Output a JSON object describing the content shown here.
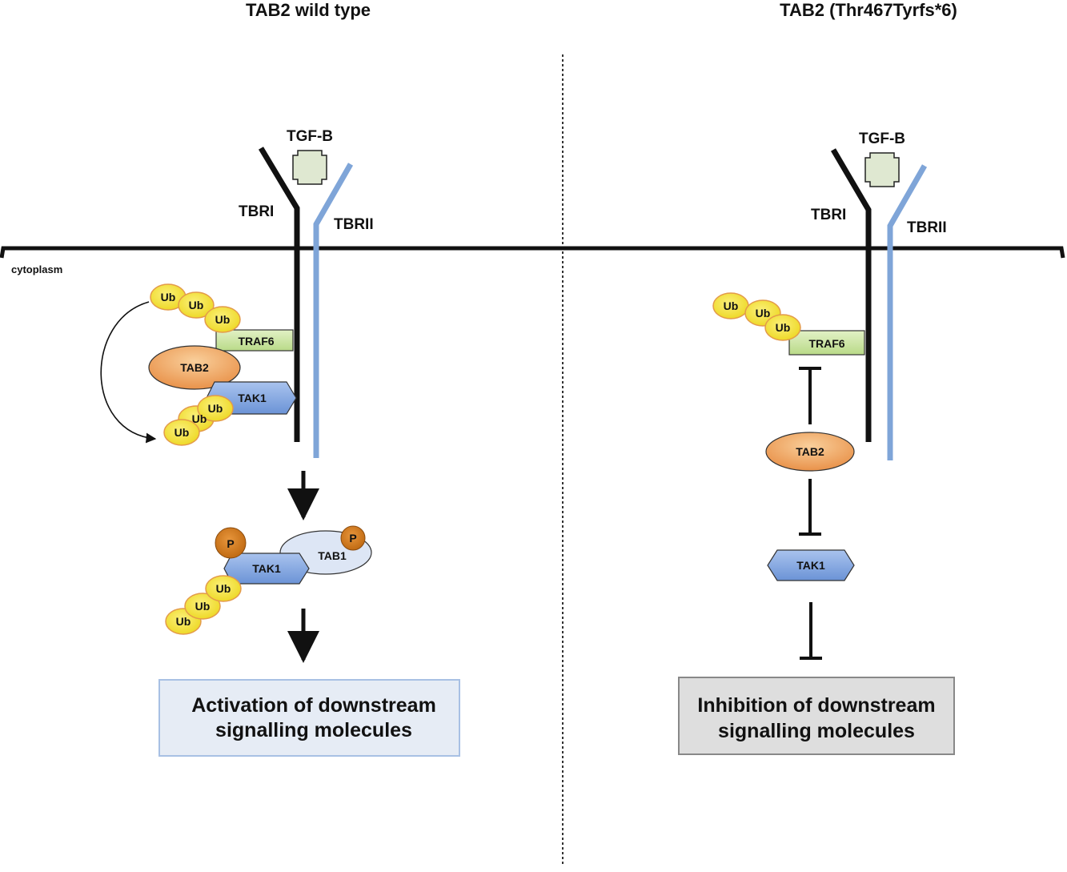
{
  "panels": {
    "wild_type": {
      "title": "TAB2 wild type",
      "ligand": "TGF-B",
      "receptor_1": "TBRI",
      "receptor_2": "TBRII",
      "compartment": "cytoplasm",
      "ub": "Ub",
      "traf6": "TRAF6",
      "tab2": "TAB2",
      "tak1": "TAK1",
      "tab1": "TAB1",
      "phospho": "P",
      "outcome_line1": "Activation of downstream",
      "outcome_line2": "signalling molecules"
    },
    "mutant": {
      "title": "TAB2  (Thr467Tyrfs*6)",
      "ligand": "TGF-B",
      "receptor_1": "TBRI",
      "receptor_2": "TBRII",
      "ub": "Ub",
      "traf6": "TRAF6",
      "tab2": "TAB2",
      "tak1": "TAK1",
      "outcome_line1": "Inhibition of downstream",
      "outcome_line2": "signalling molecules"
    }
  },
  "colors": {
    "ub_fill": "#f2e236",
    "ub_stroke": "#e39a4a",
    "traf6_fill": "#cfe6a6",
    "tab2_fill": "#f0a862",
    "tak1_fill": "#7fa3dd",
    "tab1_fill": "#dde6f5",
    "phospho_fill": "#d17a1f",
    "ligand_fill": "#dfe8d1",
    "receptor2": "#7fa5d8",
    "activation_box": "#e6ecf5",
    "inhibition_box": "#dedede"
  }
}
